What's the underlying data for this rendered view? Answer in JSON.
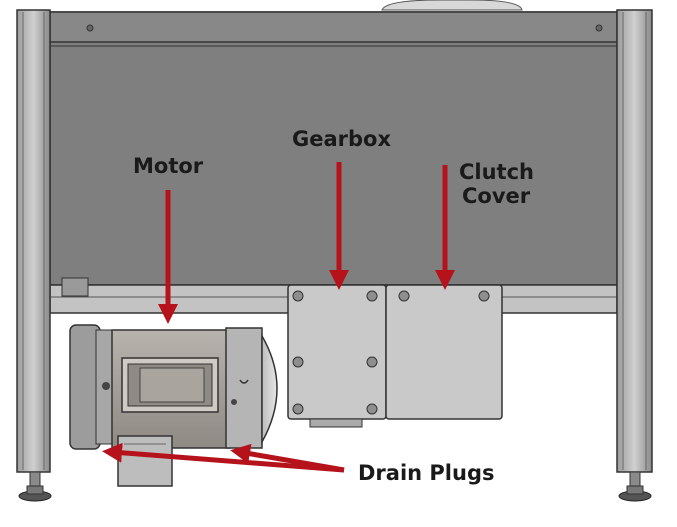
{
  "labels": {
    "motor": "Motor",
    "gearbox": "Gearbox",
    "clutch_cover_line1": "Clutch",
    "clutch_cover_line2": "Cover",
    "drain_plugs": "Drain Plugs"
  },
  "colors": {
    "arrow": "#b5121b",
    "frame_panel": "#7f7f7f",
    "frame_light": "#c8c8c8",
    "motor_body": "#a9a49e",
    "gearbox_plate": "#c9c9c9",
    "outline": "#333333"
  }
}
